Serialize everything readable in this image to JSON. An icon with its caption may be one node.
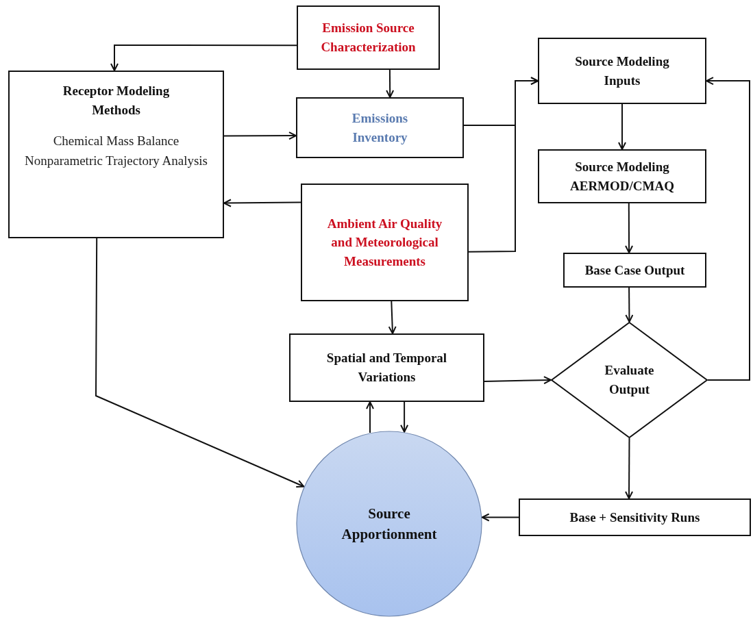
{
  "diagram": {
    "nodes": [
      {
        "text": [
          "Emission Source Characterization"
        ]
      },
      {
        "text": [
          "Receptor Modeling Methods",
          "Chemical Mass Balance Nonparametric Trajectory Analysis"
        ]
      },
      {
        "text": [
          "Emissions Inventory"
        ]
      },
      {
        "text": [
          "Source Modeling Inputs"
        ]
      },
      {
        "text": [
          "Source Modeling AERMOD/CMAQ"
        ]
      },
      {
        "text": [
          "Ambient Air Quality and Meteorological Measurements"
        ]
      },
      {
        "text": [
          "Base Case Output"
        ]
      },
      {
        "text": [
          "Spatial and Temporal Variations"
        ]
      },
      {
        "text": [
          "Evaluate Output"
        ]
      },
      {
        "text": [
          "Source Apportionment"
        ]
      },
      {
        "text": [
          "Base + Sensitivity Runs"
        ]
      }
    ],
    "edges": [
      {
        "from": 0,
        "to": 1,
        "arrow": "to"
      },
      {
        "from": 0,
        "to": 2,
        "arrow": "to"
      },
      {
        "from": 1,
        "to": 2,
        "arrow": "to"
      },
      {
        "from": 2,
        "to": 3,
        "arrow": "to"
      },
      {
        "from": 5,
        "to": 3,
        "arrow": "to"
      },
      {
        "from": 5,
        "to": 1,
        "arrow": "to"
      },
      {
        "from": 3,
        "to": 4,
        "arrow": "to"
      },
      {
        "from": 4,
        "to": 6,
        "arrow": "to"
      },
      {
        "from": 6,
        "to": 8,
        "arrow": "to"
      },
      {
        "from": 5,
        "to": 7,
        "arrow": "to"
      },
      {
        "from": 7,
        "to": 8,
        "arrow": "to"
      },
      {
        "from": 8,
        "to": 3,
        "arrow": "to"
      },
      {
        "from": 8,
        "to": 10,
        "arrow": "to"
      },
      {
        "from": 10,
        "to": 9,
        "arrow": "to"
      },
      {
        "from": 7,
        "to": 9,
        "arrow": "to"
      },
      {
        "from": 9,
        "to": 7,
        "arrow": "to"
      },
      {
        "from": 1,
        "to": 9,
        "arrow": "to"
      }
    ]
  }
}
